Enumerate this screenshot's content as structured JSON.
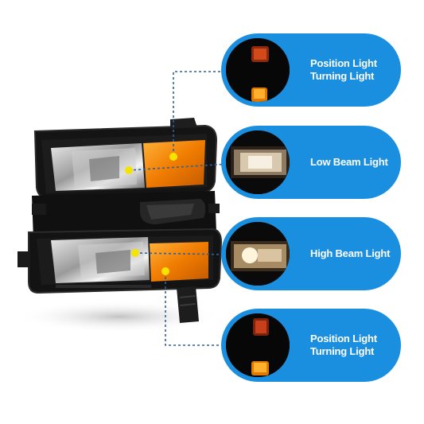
{
  "colors": {
    "pill_blue": "#1a8fe0",
    "callout_dot": "#f5e400",
    "leader_line": "#2f5f9e",
    "amber": "#f08a00",
    "headlight_body": "#111111"
  },
  "callouts": [
    {
      "id": "position-turning-top",
      "lines": [
        "Position Light",
        "Turning Light"
      ],
      "icon": "amber-lamp-icon"
    },
    {
      "id": "low-beam",
      "lines": [
        "Low Beam Light"
      ],
      "icon": "low-beam-lamp-icon"
    },
    {
      "id": "high-beam",
      "lines": [
        "High Beam Light"
      ],
      "icon": "high-beam-lamp-icon"
    },
    {
      "id": "position-turning-bottom",
      "lines": [
        "Position Light",
        "Turning Light"
      ],
      "icon": "amber-lamp-icon"
    }
  ],
  "product": {
    "icon": "headlight-assembly-icon"
  }
}
